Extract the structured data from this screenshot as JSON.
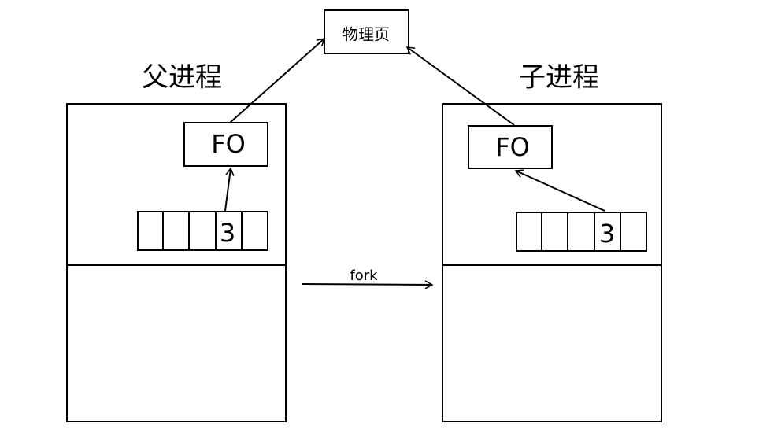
{
  "physical_page": {
    "label": "物理页"
  },
  "parent": {
    "title": "父进程",
    "fo_label": "FO",
    "fd_cells": [
      "",
      "",
      "",
      "3",
      ""
    ]
  },
  "child": {
    "title": "子进程",
    "fo_label": "FO",
    "fd_cells": [
      "",
      "",
      "",
      "3",
      ""
    ]
  },
  "fork_arrow": {
    "label": "fork"
  },
  "colors": {
    "stroke": "#000000",
    "background": "#ffffff"
  }
}
